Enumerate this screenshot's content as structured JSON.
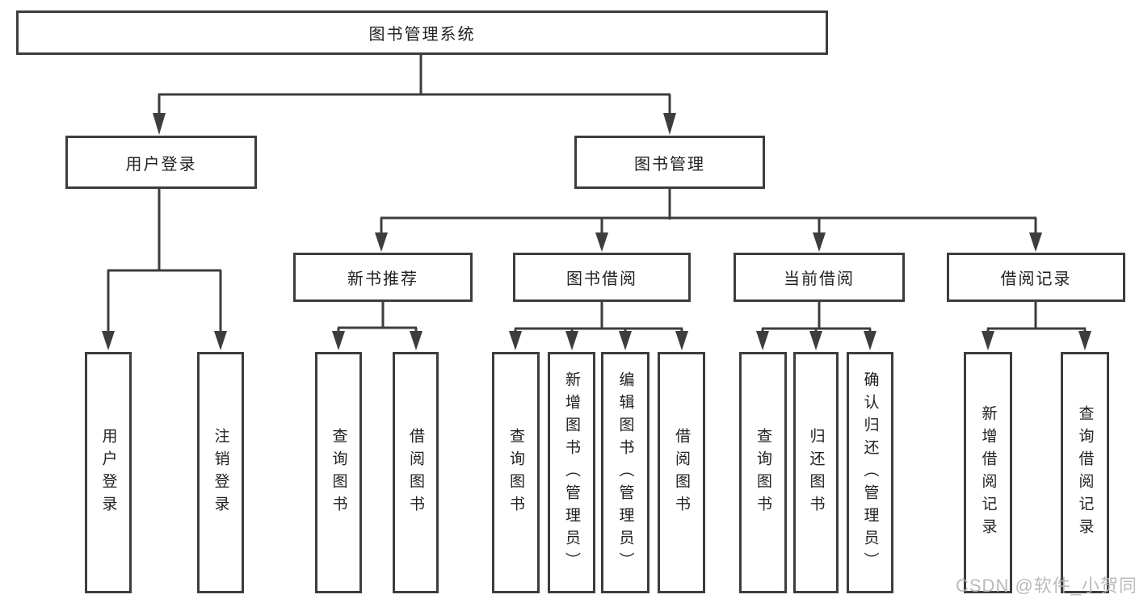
{
  "diagram": {
    "tree": {
      "root": {
        "label": "图书管理系统"
      },
      "user_login": {
        "label": "用户登录",
        "children": [
          "用户登录",
          "注销登录"
        ]
      },
      "book_management": {
        "label": "图书管理",
        "modules": [
          {
            "label": "新书推荐",
            "children": [
              "查询图书",
              "借阅图书"
            ]
          },
          {
            "label": "图书借阅",
            "children": [
              "查询图书",
              "新增图书（管理员）",
              "编辑图书（管理员）",
              "借阅图书"
            ]
          },
          {
            "label": "当前借阅",
            "children": [
              "查询图书",
              "归还图书",
              "确认归还（管理员）"
            ]
          },
          {
            "label": "借阅记录",
            "children": [
              "新增借阅记录",
              "查询借阅记录"
            ]
          }
        ]
      }
    },
    "watermark": "CSDN @软件_小贺同学",
    "colors": {
      "line": "#3d3d3d",
      "text": "#222222",
      "watermark": "#b5b5b5",
      "background": "#ffffff"
    }
  }
}
